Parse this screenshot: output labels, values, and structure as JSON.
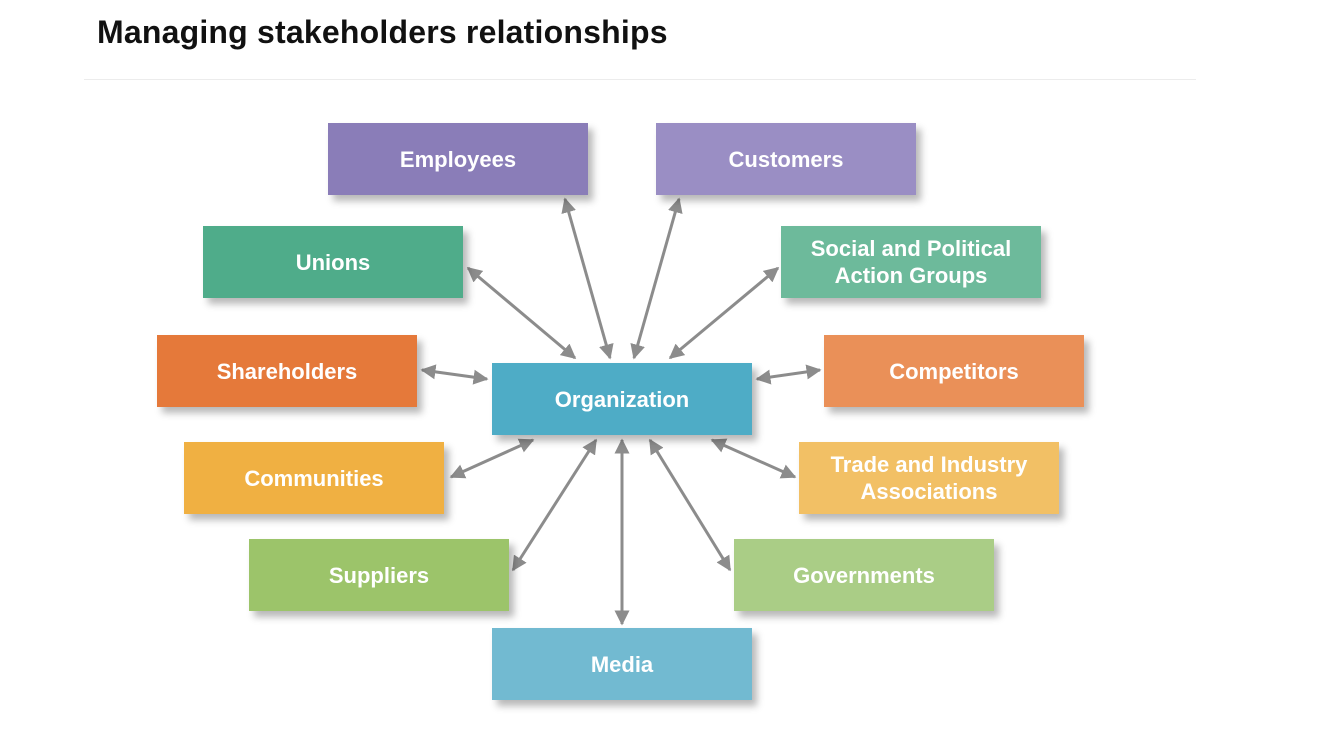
{
  "title": "Managing stakeholders relationships",
  "diagram": {
    "center": {
      "label": "Organization",
      "color": "#4eacc6"
    },
    "stakeholders": {
      "employees": {
        "label": "Employees",
        "color": "#8a7db8"
      },
      "customers": {
        "label": "Customers",
        "color": "#9a8ec4"
      },
      "unions": {
        "label": "Unions",
        "color": "#4fac8a"
      },
      "social": {
        "label": "Social and Political\nAction Groups",
        "color": "#6dba9b"
      },
      "shareholders": {
        "label": "Shareholders",
        "color": "#e5793a"
      },
      "competitors": {
        "label": "Competitors",
        "color": "#ea9058"
      },
      "communities": {
        "label": "Communities",
        "color": "#f0b042"
      },
      "trade": {
        "label": "Trade and Industry\nAssociations",
        "color": "#f2c065"
      },
      "suppliers": {
        "label": "Suppliers",
        "color": "#9cc46a"
      },
      "governments": {
        "label": "Governments",
        "color": "#aacd86"
      },
      "media": {
        "label": "Media",
        "color": "#72bad1"
      }
    },
    "arrow_color": "#8c8c8c"
  }
}
